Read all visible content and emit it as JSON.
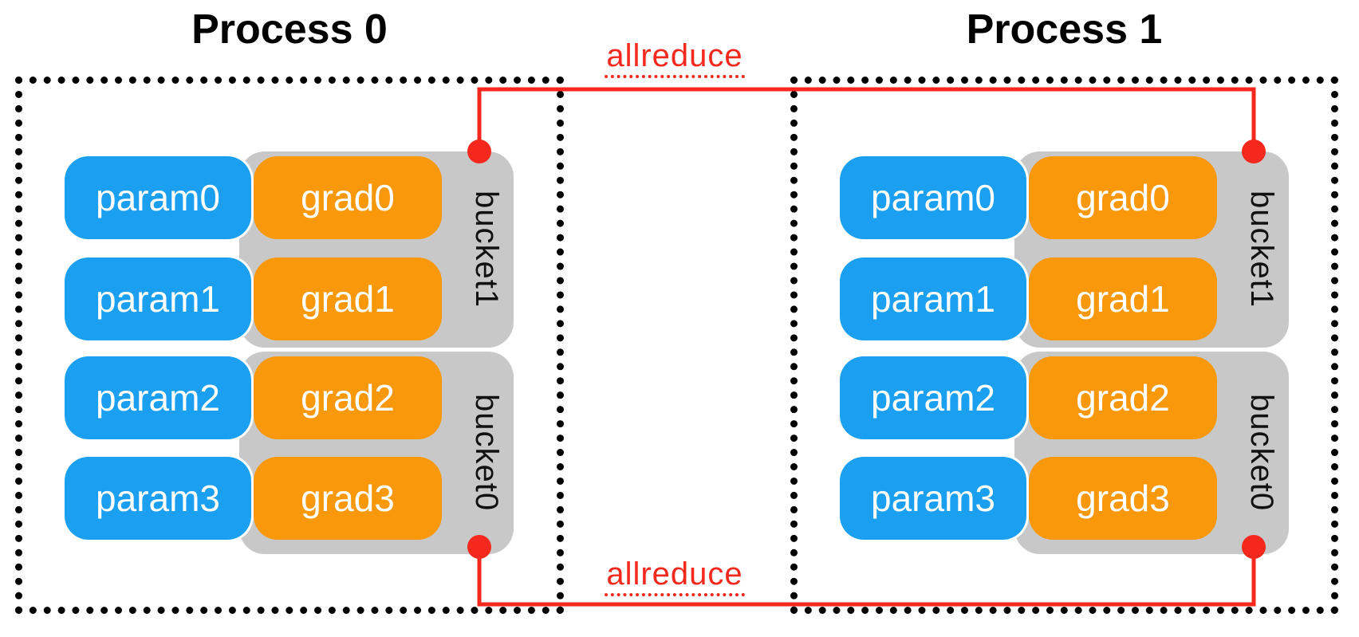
{
  "colors": {
    "param_blue": "#1B9FF0",
    "grad_orange": "#F8980A",
    "bucket_gray": "#C8C8C8",
    "wire_red": "#F5281D",
    "border_black": "#000000",
    "bucket_text": "#111111",
    "pill_text": "#FFFFFF",
    "title_black": "#000000"
  },
  "processes": [
    {
      "title": "Process 0",
      "rows": [
        {
          "param": "param0",
          "grad": "grad0"
        },
        {
          "param": "param1",
          "grad": "grad1"
        },
        {
          "param": "param2",
          "grad": "grad2"
        },
        {
          "param": "param3",
          "grad": "grad3"
        }
      ],
      "buckets": [
        {
          "label": "bucket1",
          "position": "top"
        },
        {
          "label": "bucket0",
          "position": "bottom"
        }
      ]
    },
    {
      "title": "Process 1",
      "rows": [
        {
          "param": "param0",
          "grad": "grad0"
        },
        {
          "param": "param1",
          "grad": "grad1"
        },
        {
          "param": "param2",
          "grad": "grad2"
        },
        {
          "param": "param3",
          "grad": "grad3"
        }
      ],
      "buckets": [
        {
          "label": "bucket1",
          "position": "top"
        },
        {
          "label": "bucket0",
          "position": "bottom"
        }
      ]
    }
  ],
  "connectors": {
    "top": {
      "label": "allreduce",
      "links": "bucket1 of Process 0 and Process 1"
    },
    "bottom": {
      "label": "allreduce",
      "links": "bucket0 of Process 0 and Process 1"
    }
  }
}
